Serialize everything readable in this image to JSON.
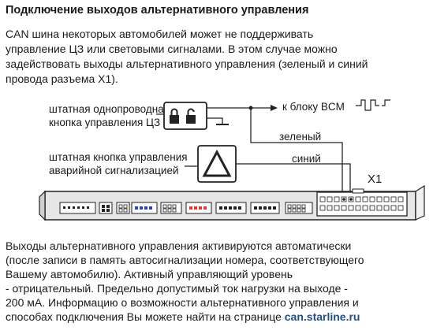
{
  "title": "Подключение выходов альтернативного управления",
  "intro_lines": [
    "   CAN шина некоторых автомобилей может не поддерживать",
    "управление ЦЗ или световыми сигналами.  В этом случае можно",
    "задействовать выходы альтернативного управления (зеленый и синий",
    "провода разъема Х1)."
  ],
  "diagram": {
    "lock_button_label_line1": "штатная однопроводная",
    "lock_button_label_line2": "кнопка управления ЦЗ",
    "hazard_button_label_line1": "штатная кнопка управления",
    "hazard_button_label_line2": "аварийной сигнализацией",
    "bcm_label": "к блоку BCM",
    "green_wire_label": "зеленый",
    "blue_wire_label": "синий",
    "connector_label": "X1",
    "lock_icon": "padlock-locked-unlocked-icon",
    "hazard_icon": "hazard-triangle-icon",
    "pulse_icon": "pulse-signal-icon"
  },
  "body_lines": [
    "   Выходы альтернативного управления активируются автоматически",
    "(после записи в память автосигнализации номера, соответствующего",
    "Вашему автомобилю).  Активный управляющий уровень",
    "- отрицательный. Предельно допустимый ток нагрузки на выходе -",
    "200 мА. Информацию о возможности альтернативного управления и",
    "способах подключения Вы можете найти на странице  "
  ],
  "link_text": "can.starline.ru",
  "colors": {
    "link": "#1f4e8c",
    "board_fill": "#e6e6e6",
    "connector_red": "#e53935",
    "connector_blue": "#2b45c9"
  }
}
